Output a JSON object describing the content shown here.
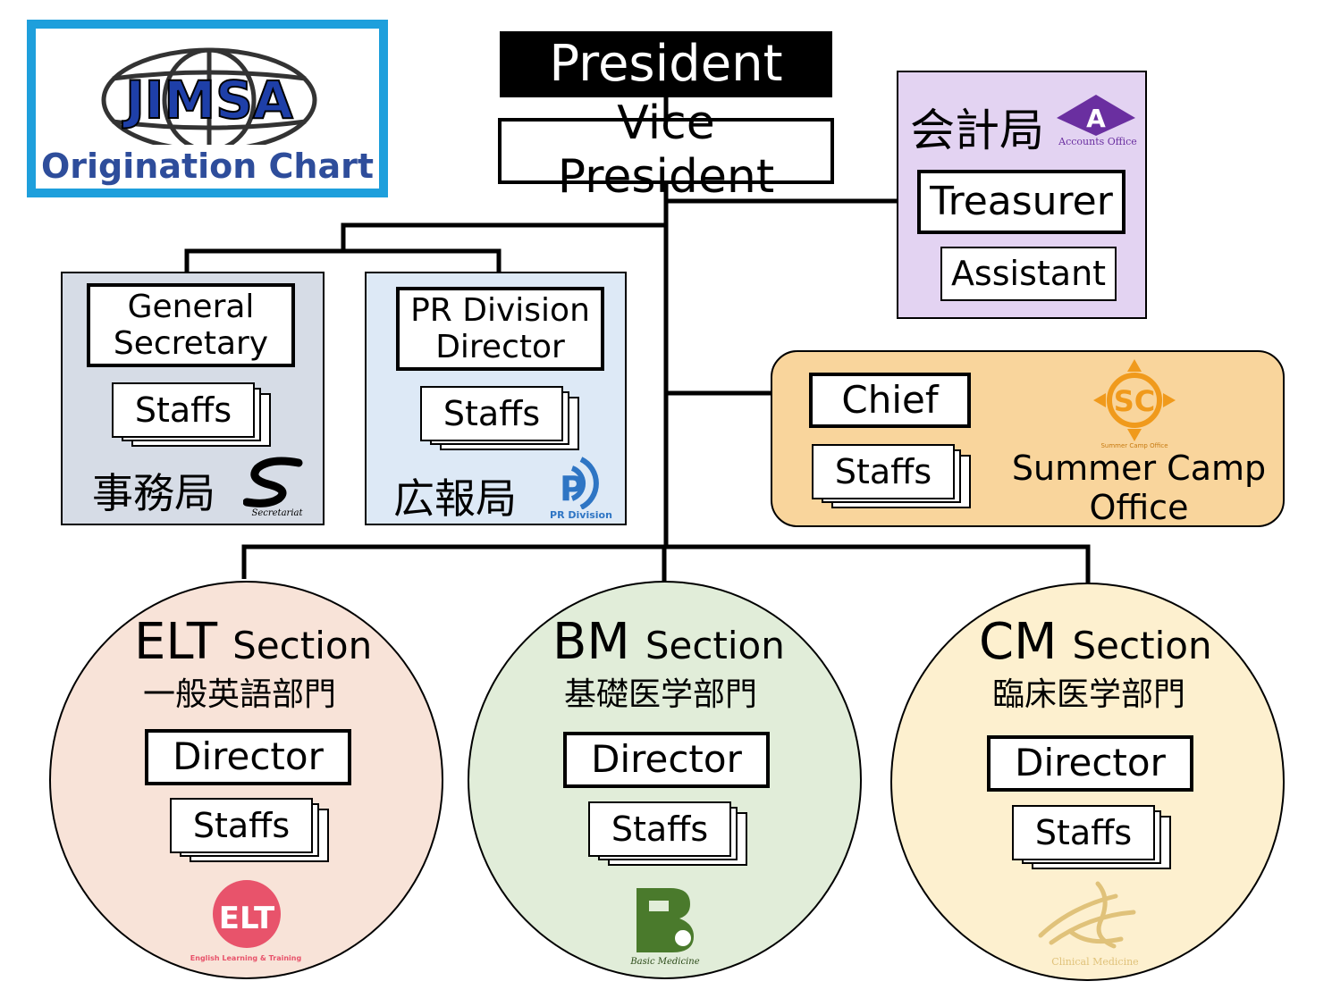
{
  "title_block": {
    "logo_text": "JIMSA",
    "title": "Origination Chart"
  },
  "president": "President",
  "vice_president": "Vice President",
  "accounts": {
    "name_jp": "会計局",
    "logo_caption": "Accounts Office",
    "treasurer": "Treasurer",
    "assistant": "Assistant"
  },
  "secretariat": {
    "head_line1": "General",
    "head_line2": "Secretary",
    "staffs": "Staffs",
    "name_jp": "事務局",
    "logo_caption": "Secretariat"
  },
  "pr": {
    "head_line1": "PR Division",
    "head_line2": "Director",
    "staffs": "Staffs",
    "name_jp": "広報局",
    "logo_caption": "PR Division"
  },
  "summer_camp": {
    "chief": "Chief",
    "staffs": "Staffs",
    "name_line1": "Summer Camp",
    "name_line2": "Office",
    "logo_caption": "Summer Camp Office"
  },
  "elt": {
    "abbr": "ELT",
    "section": "Section",
    "name_jp": "一般英語部門",
    "director": "Director",
    "staffs": "Staffs",
    "logo_text": "ELT",
    "logo_caption": "English Learning & Training"
  },
  "bm": {
    "abbr": "BM",
    "section": "Section",
    "name_jp": "基礎医学部門",
    "director": "Director",
    "staffs": "Staffs",
    "logo_caption": "Basic Medicine"
  },
  "cm": {
    "abbr": "CM",
    "section": "Section",
    "name_jp": "臨床医学部門",
    "director": "Director",
    "staffs": "Staffs",
    "logo_caption": "Clinical Medicine"
  },
  "colors": {
    "title_border": "#1e9fdc",
    "title_text": "#2e4d9b",
    "accounts_bg": "#e3d3f2",
    "accounts_logo": "#6a2fa0",
    "secretariat_bg": "#d6dce6",
    "pr_bg": "#dde9f6",
    "pr_logo": "#2e75c4",
    "summer_bg": "#f9d59c",
    "summer_logo": "#f09a1c",
    "elt_bg": "#f8e3d8",
    "elt_logo": "#e8536b",
    "bm_bg": "#e1edd9",
    "bm_logo": "#4a7a2c",
    "cm_bg": "#fdf0cf",
    "cm_logo": "#e0c27a"
  }
}
